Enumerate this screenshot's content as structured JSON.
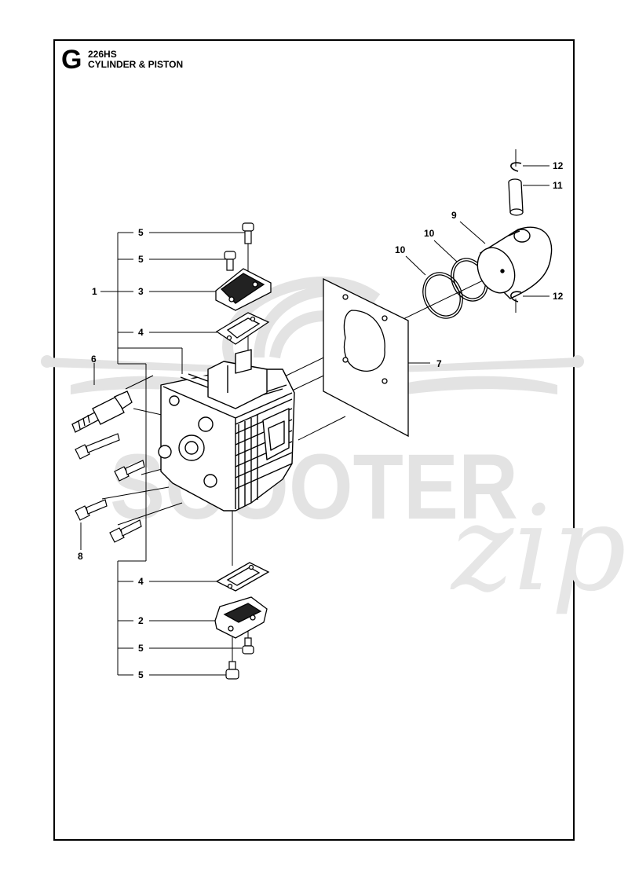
{
  "header": {
    "section_letter": "G",
    "model": "226HS",
    "title": "CYLINDER & PISTON"
  },
  "watermark": {
    "main": "SCOOTER",
    "script": "zip",
    "color": "#e3e3e3"
  },
  "callouts": {
    "c1": "1",
    "c2": "2",
    "c3": "3",
    "c4_top": "4",
    "c4_bottom": "4",
    "c5_a": "5",
    "c5_b": "5",
    "c5_c": "5",
    "c5_d": "5",
    "c6": "6",
    "c7": "7",
    "c8": "8",
    "c9": "9",
    "c10_a": "10",
    "c10_b": "10",
    "c11": "11",
    "c12_a": "12",
    "c12_b": "12"
  }
}
